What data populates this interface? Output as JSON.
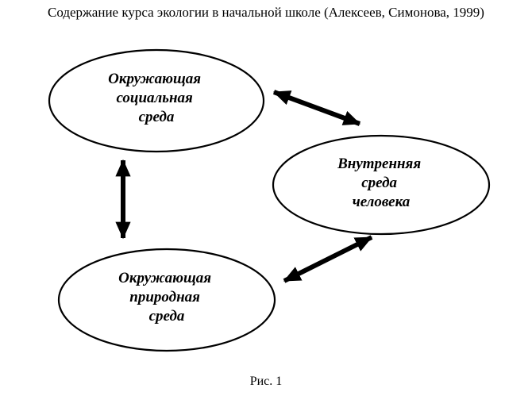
{
  "title": "Содержание курса экологии в начальной школе (Алексеев, Симонова, 1999)",
  "caption": "Рис. 1",
  "nodes": {
    "social": {
      "lines": [
        "Окружающая",
        "социальная",
        "среда"
      ]
    },
    "inner": {
      "lines": [
        "Внутренняя",
        "среда",
        "человека"
      ]
    },
    "natural": {
      "lines": [
        "Окружающая",
        "природная",
        "среда"
      ]
    }
  },
  "edges": [
    {
      "from": "social",
      "to": "inner",
      "style": "double-arrow"
    },
    {
      "from": "social",
      "to": "natural",
      "style": "double-arrow"
    },
    {
      "from": "natural",
      "to": "inner",
      "style": "double-arrow"
    }
  ],
  "colors": {
    "ink": "#000000",
    "background": "#ffffff"
  }
}
